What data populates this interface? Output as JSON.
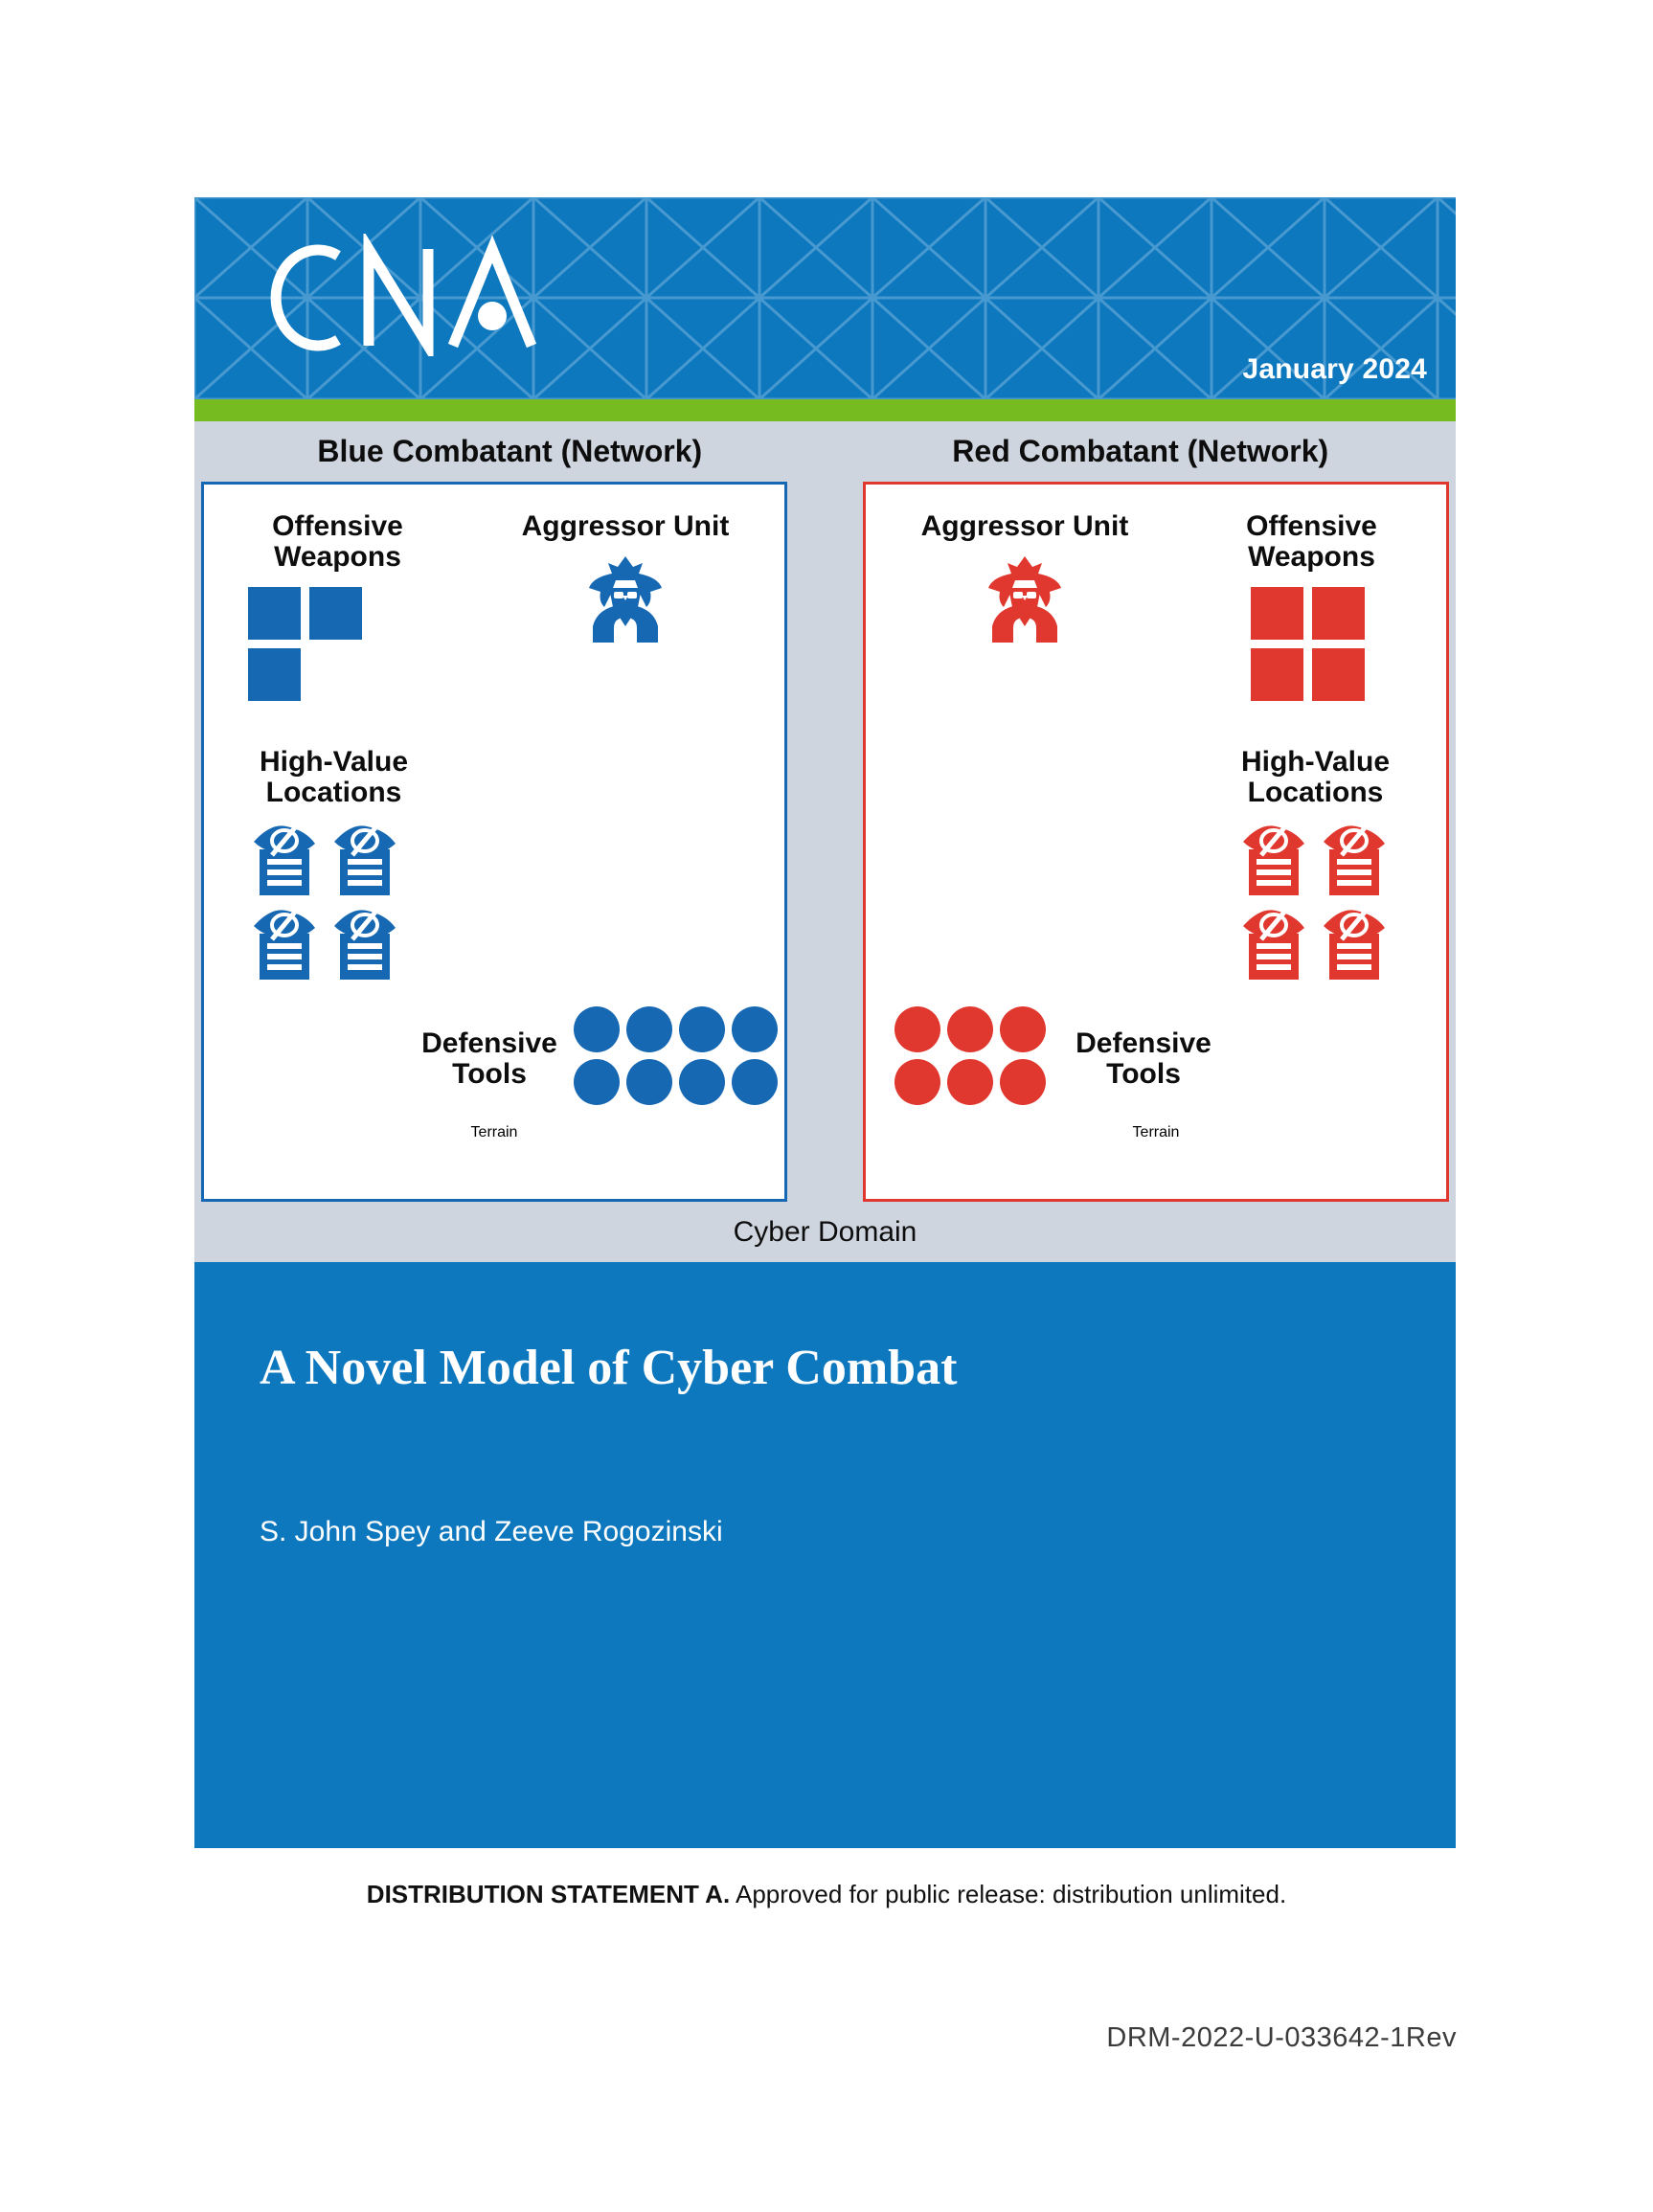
{
  "header": {
    "logo_text": "CNA",
    "logo_icon": "cna-logo",
    "date": "January 2024",
    "brand_blue": "#0E78BE",
    "brand_green": "#76BC21"
  },
  "diagram": {
    "cyber_domain_label": "Cyber Domain",
    "background": "#CFD5DF",
    "panels": [
      {
        "id": "blue",
        "title": "Blue Combatant (Network)",
        "color": "#1668B3",
        "terrain_label": "Terrain",
        "groups": {
          "offensive_weapons": {
            "label": "Offensive\nWeapons",
            "icon": "square-token",
            "count": 3
          },
          "aggressor_unit": {
            "label": "Aggressor Unit",
            "icon": "spy-agent-icon",
            "count": 1
          },
          "high_value_locations": {
            "label": "High-Value\nLocations",
            "icon": "hidden-document-icon",
            "count": 4
          },
          "defensive_tools": {
            "label": "Defensive\nTools",
            "icon": "circle-token",
            "count": 8
          }
        }
      },
      {
        "id": "red",
        "title": "Red Combatant (Network)",
        "color": "#E0382E",
        "terrain_label": "Terrain",
        "groups": {
          "offensive_weapons": {
            "label": "Offensive\nWeapons",
            "icon": "square-token",
            "count": 4
          },
          "aggressor_unit": {
            "label": "Aggressor Unit",
            "icon": "spy-agent-icon",
            "count": 1
          },
          "high_value_locations": {
            "label": "High-Value\nLocations",
            "icon": "hidden-document-icon",
            "count": 4
          },
          "defensive_tools": {
            "label": "Defensive\nTools",
            "icon": "circle-token",
            "count": 6
          }
        }
      }
    ]
  },
  "title_block": {
    "title": "A Novel Model of Cyber Combat",
    "authors": "S. John Spey and Zeeve Rogozinski"
  },
  "footer": {
    "distribution_bold": "DISTRIBUTION STATEMENT A.",
    "distribution_rest": " Approved for public release: distribution unlimited.",
    "document_number": "DRM-2022-U-033642-1Rev"
  }
}
